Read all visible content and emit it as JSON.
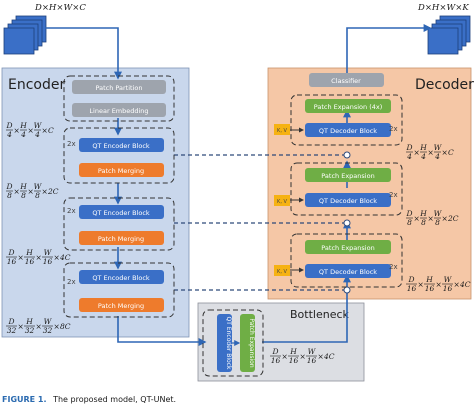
{
  "input_shape": "D×H×W×C",
  "output_shape": "D×H×W×K",
  "encoder": {
    "title": "Encoder",
    "patch_partition": "Patch Partition",
    "linear_embedding": "Linear Embedding",
    "stages": [
      {
        "repeat": "2x",
        "block": "QT Encoder Block",
        "merge": "Patch Merging",
        "dim": [
          "D",
          "4",
          "H",
          "4",
          "W",
          "4",
          "C"
        ]
      },
      {
        "repeat": "2x",
        "block": "QT Encoder Block",
        "merge": "Patch Merging",
        "dim": [
          "D",
          "8",
          "H",
          "8",
          "W",
          "8",
          "2C"
        ]
      },
      {
        "repeat": "2x",
        "block": "QT Encoder Block",
        "merge": "Patch Merging",
        "dim": [
          "D",
          "16",
          "H",
          "16",
          "W",
          "16",
          "4C"
        ]
      }
    ],
    "last_dim": [
      "D",
      "32",
      "H",
      "32",
      "W",
      "32",
      "8C"
    ]
  },
  "decoder": {
    "title": "Decoder",
    "classifier": "Classifier",
    "stages": [
      {
        "expand": "Patch Expansion (4x)",
        "block": "QT Decoder Block",
        "repeat": "2x",
        "kv": "K, V",
        "dim": [
          "D",
          "4",
          "H",
          "4",
          "W",
          "4",
          "C"
        ]
      },
      {
        "expand": "Patch Expansion",
        "block": "QT Decoder Block",
        "repeat": "2x",
        "kv": "K, V",
        "dim": [
          "D",
          "8",
          "H",
          "8",
          "W",
          "8",
          "2C"
        ]
      },
      {
        "expand": "Patch Expansion",
        "block": "QT Decoder Block",
        "repeat": "2x",
        "kv": "K, V",
        "dim": [
          "D",
          "16",
          "H",
          "16",
          "W",
          "16",
          "4C"
        ]
      }
    ]
  },
  "bottleneck": {
    "title": "Bottleneck",
    "encoder_block": "QT Encoder Block",
    "expansion": "Patch Expansion",
    "dim": [
      "D",
      "16",
      "H",
      "16",
      "W",
      "16",
      "4C"
    ]
  },
  "caption": {
    "label": "FIGURE 1.",
    "text": "The proposed model, QT-UNet."
  },
  "colors": {
    "encoder_panel": "#c9d7ec",
    "decoder_panel": "#f5c7a6",
    "bottleneck_panel": "#dcdee3",
    "gray_block": "#9ea4ad",
    "blue_block": "#3a6fc7",
    "orange_block": "#ee7b2c",
    "green_block": "#6fae45",
    "kv_block": "#f6b212",
    "arrow": "#2e66b5"
  }
}
